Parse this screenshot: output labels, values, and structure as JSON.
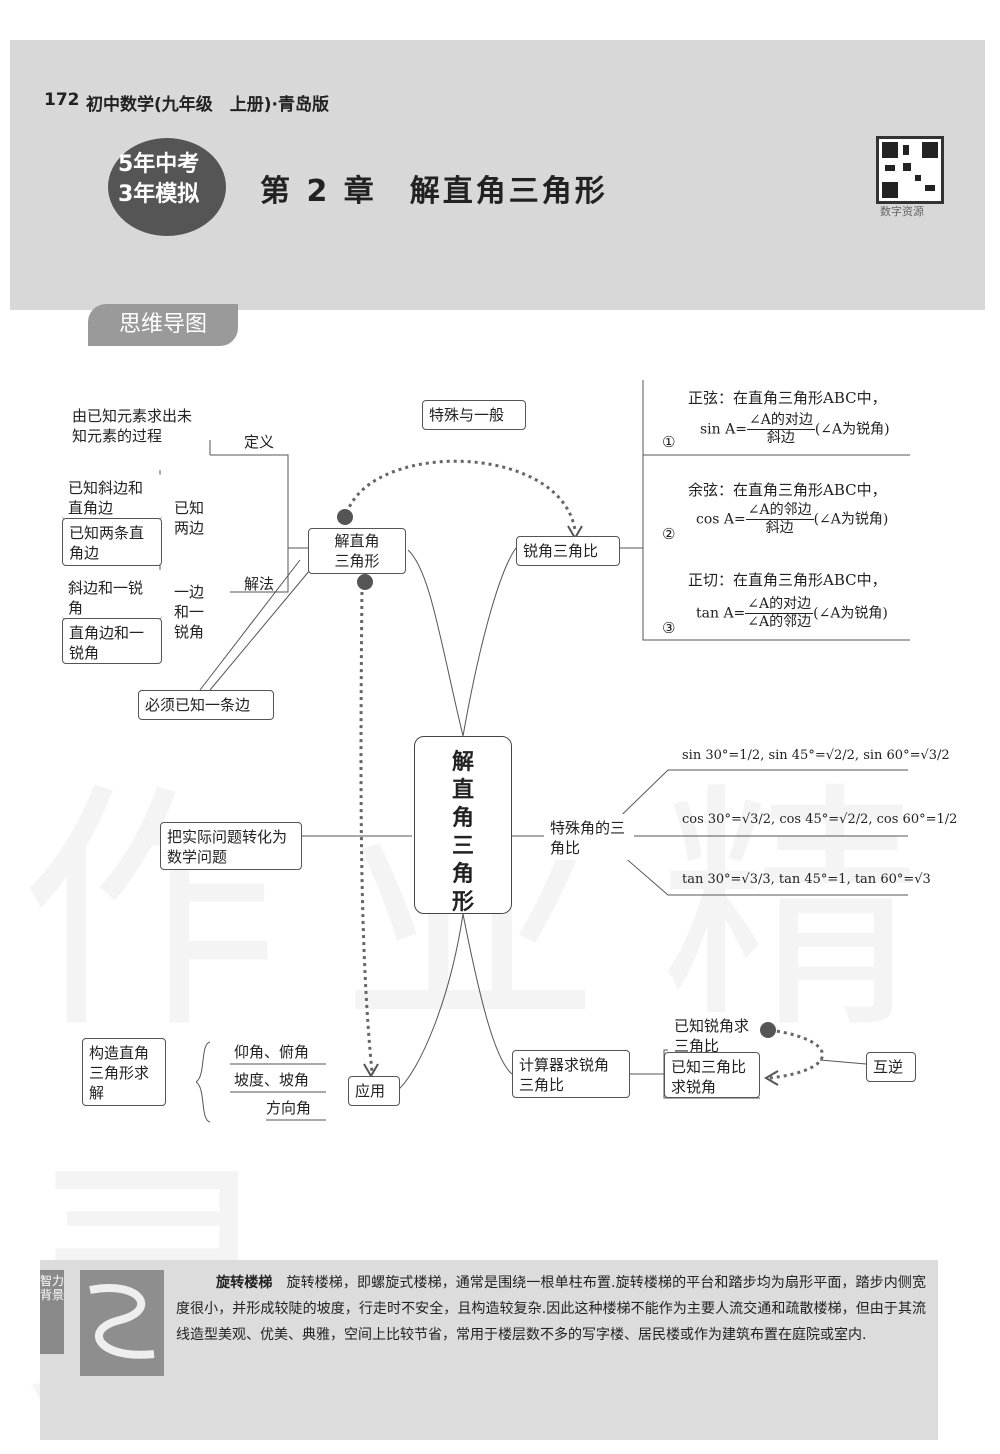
{
  "header": {
    "page_number": "172",
    "book_title": "初中数学(九年级　上册)·青岛版",
    "logo_text": "5年中考 3年模拟",
    "chapter_title": "第 2 章　解直角三角形",
    "qr_label": "数字资源",
    "mind_map_tag": "思维导图"
  },
  "mindmap": {
    "center": "解直角三角形",
    "special_general": "特殊与一般",
    "solve_rt": "解直角三角形",
    "definition_label": "定义",
    "definition_text": "由已知元素求出未知元素的过程",
    "method_label": "解法",
    "known_two_sides": "已知两边",
    "hyp_leg": "已知斜边和直角边",
    "two_legs": "已知两条直角边",
    "one_side_one_angle": "一边和一锐角",
    "hyp_acute": "斜边和一锐角",
    "leg_acute": "直角边和一锐角",
    "must_know_side": "必须已知一条边",
    "practical": "把实际问题转化为数学问题",
    "construct": "构造直角三角形求解",
    "elevation": "仰角、俯角",
    "slope": "坡度、坡角",
    "direction": "方向角",
    "application": "应用",
    "acute_ratio": "锐角三角比",
    "special_ratio": "特殊角的三角比",
    "calculator": "计算器求锐角三角比",
    "known_angle": "已知锐角求三角比",
    "known_ratio": "已知三角比求锐角",
    "inverse": "互逆"
  },
  "ratios": {
    "sine_title": "正弦：在直角三角形ABC中，",
    "sine_num": "①",
    "sine_lhs": "sin A=",
    "sine_top": "∠A的对边",
    "sine_bottom": "斜边",
    "sine_note": "(∠A为锐角)",
    "cos_title": "余弦：在直角三角形ABC中，",
    "cos_num": "②",
    "cos_lhs": "cos A=",
    "cos_top": "∠A的邻边",
    "cos_bottom": "斜边",
    "cos_note": "(∠A为锐角)",
    "tan_title": "正切：在直角三角形ABC中，",
    "tan_num": "③",
    "tan_lhs": "tan A=",
    "tan_top": "∠A的对边",
    "tan_bottom": "∠A的邻边",
    "tan_note": "(∠A为锐角)"
  },
  "special_values": {
    "sin_row": "sin 30°=1/2, sin 45°=√2/2, sin 60°=√3/2",
    "cos_row": "cos 30°=√3/2, cos 45°=√2/2, cos 60°=1/2",
    "tan_row": "tan 30°=√3/3, tan 45°=1, tan 60°=√3"
  },
  "background": {
    "side_tag": "智力背景",
    "heading": "旋转楼梯",
    "text": "旋转楼梯，即螺旋式楼梯，通常是围绕一根单柱布置.旋转楼梯的平台和踏步均为扇形平面，踏步内侧宽度很小，并形成较陡的坡度，行走时不安全，且构造较复杂.因此这种楼梯不能作为主要人流交通和疏散楼梯，但由于其流线造型美观、优美、典雅，空间上比较节省，常用于楼层数不多的写字楼、居民楼或作为建筑布置在庭院或室内."
  },
  "watermark": "作业精灵"
}
